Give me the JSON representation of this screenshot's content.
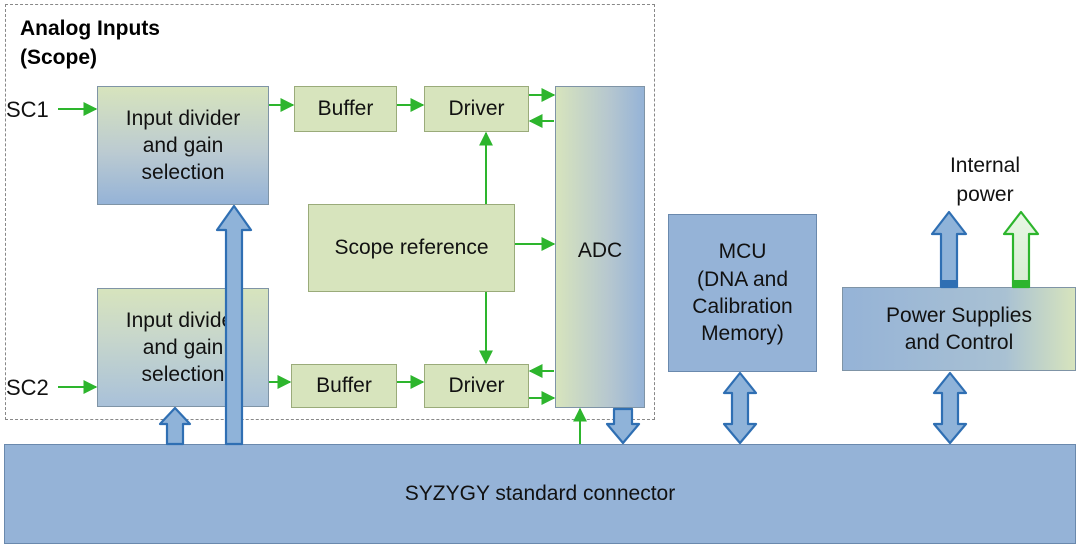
{
  "title": {
    "line1": "Analog Inputs",
    "line2": "(Scope)"
  },
  "inputs": {
    "sc1": "SC1",
    "sc2": "SC2"
  },
  "blocks": {
    "divider1": [
      "Input divider",
      "and gain",
      "selection"
    ],
    "divider2": [
      "Input divider",
      "and gain",
      "selection"
    ],
    "buffer1": "Buffer",
    "buffer2": "Buffer",
    "driver1": "Driver",
    "driver2": "Driver",
    "scope_ref": "Scope reference",
    "adc": "ADC",
    "mcu": [
      "MCU",
      "(DNA and",
      "Calibration",
      "Memory)"
    ],
    "power": [
      "Power Supplies",
      "and Control"
    ],
    "internal_power": [
      "Internal",
      "power"
    ],
    "connector": "SYZYGY standard connector"
  },
  "colors": {
    "green_block": "#d7e4bd",
    "blue_block": "#95b3d7",
    "signal_arrow": "#2db52d",
    "bus_arrow_fill": "#8fb3d9",
    "bus_arrow_stroke": "#2f6fb3"
  }
}
